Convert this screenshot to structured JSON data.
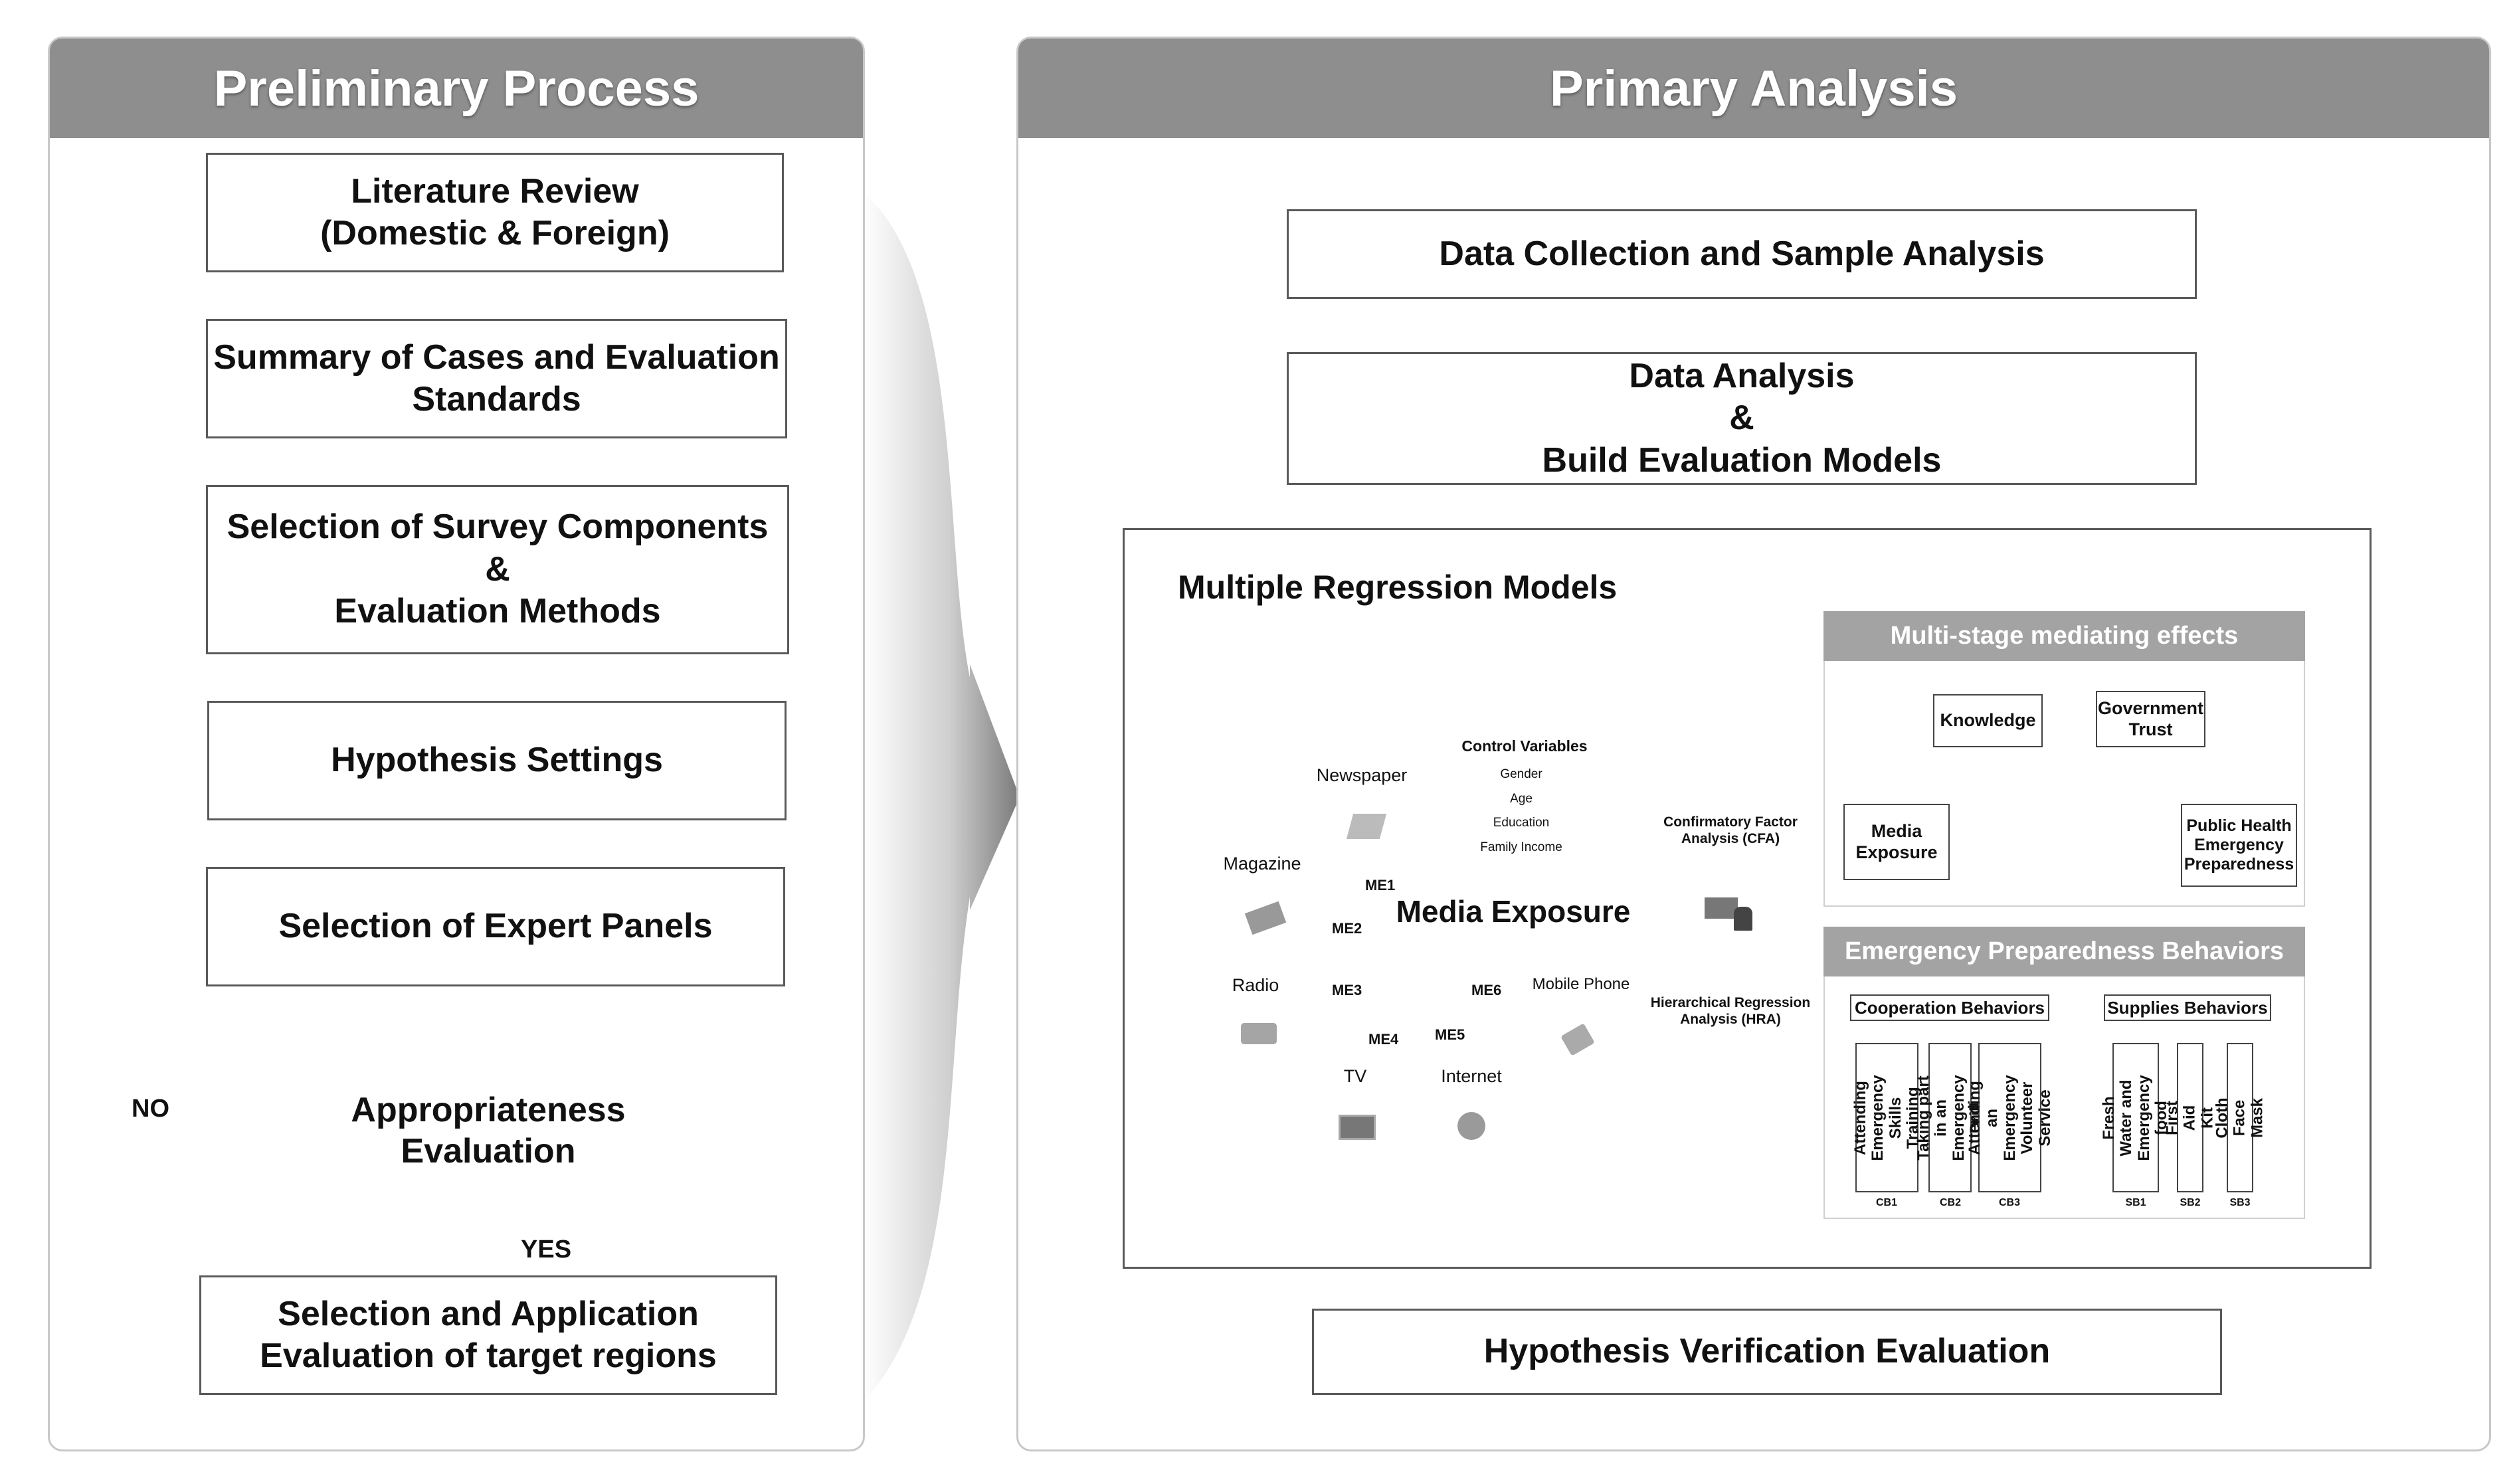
{
  "left_panel": {
    "title": "Preliminary Process",
    "boxes": [
      "Literature Review\n(Domestic & Foreign)",
      "Summary of Cases and Evaluation\nStandards",
      "Selection of Survey Components\n&\nEvaluation Methods",
      "Hypothesis Settings",
      "Selection of Expert Panels"
    ],
    "decision": "Appropriateness\nEvaluation",
    "no_label": "NO",
    "yes_label": "YES",
    "final_box": "Selection and Application\nEvaluation of target regions"
  },
  "right_panel": {
    "title": "Primary Analysis",
    "box1": "Data Collection and Sample Analysis",
    "box2": "Data Analysis\n&\nBuild Evaluation Models",
    "models_title": "Multiple Regression Models",
    "final_box": "Hypothesis Verification Evaluation",
    "media": {
      "center_label": "Media Exposure",
      "control_title": "Control Variables",
      "controls": [
        "Gender",
        "Age",
        "Education",
        "Family Income"
      ],
      "channels": [
        "Newspaper",
        "Magazine",
        "Radio",
        "TV",
        "Internet",
        "Mobile Phone"
      ],
      "codes": [
        "ME1",
        "ME2",
        "ME3",
        "ME4",
        "ME5",
        "ME6"
      ]
    },
    "cfa_label": "Confirmatory Factor\nAnalysis (CFA)",
    "hra_label": "Hierarchical Regression\nAnalysis (HRA)",
    "mediating": {
      "title": "Multi-stage mediating effects",
      "nodes": {
        "media": "Media\nExposure",
        "knowledge": "Knowledge",
        "trust": "Government\nTrust",
        "health": "Public Health\nEmergency\nPreparedness"
      }
    },
    "behaviors": {
      "title": "Emergency Preparedness Behaviors",
      "cooperation": "Cooperation Behaviors",
      "supplies": "Supplies Behaviors",
      "items": [
        {
          "text": "Attending\nEmergency Skills\nTraining",
          "code": "CB1"
        },
        {
          "text": "Taking part in an\nEmergency Drill",
          "code": "CB2"
        },
        {
          "text": "Attending an\nEmergency\nVolunteer Service",
          "code": "CB3"
        },
        {
          "text": "Fresh Water and\nEmergency food",
          "code": "SB1"
        },
        {
          "text": "First Aid Kit",
          "code": "SB2"
        },
        {
          "text": "Cloth Face Mask",
          "code": "SB3"
        }
      ]
    }
  }
}
